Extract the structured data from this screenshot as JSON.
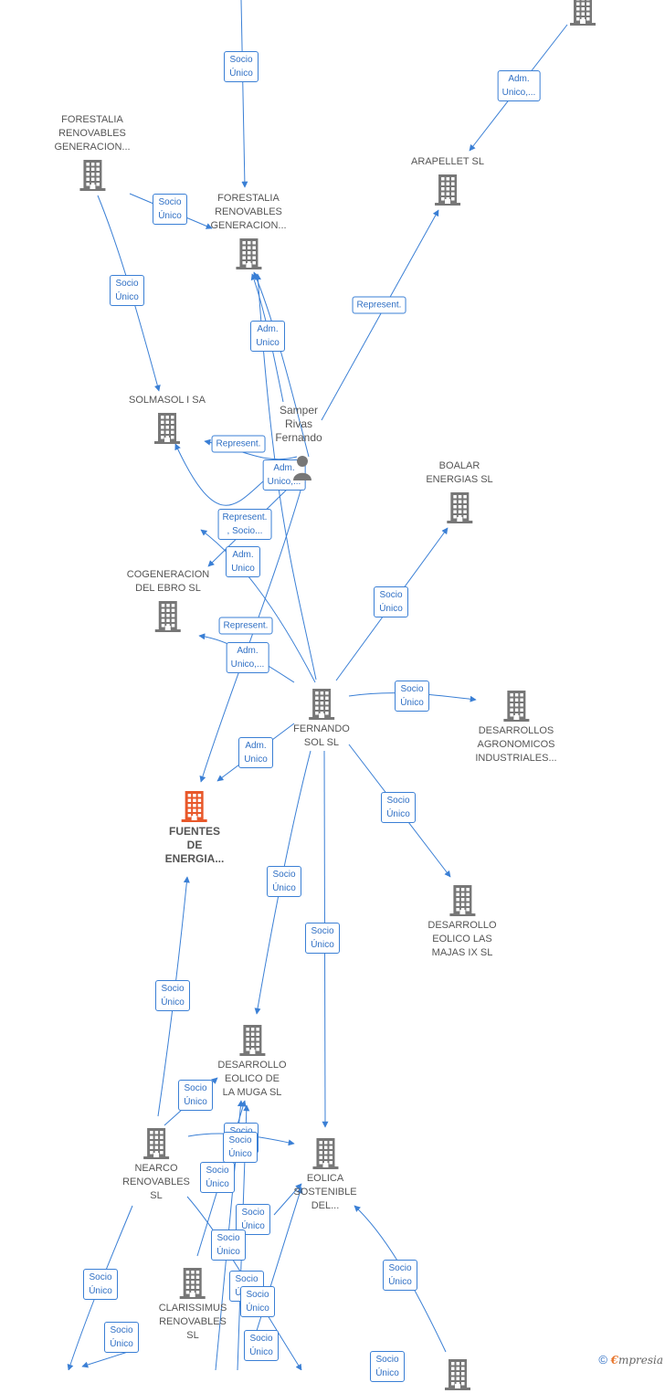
{
  "colors": {
    "edge": "#3a7fd5",
    "node": "#777777",
    "focus": "#e8582a",
    "text": "#555555"
  },
  "nodes": [
    {
      "id": "forestalia1",
      "label": "FORESTALIA\nRENOVABLES\nGENERACION...",
      "icon": "building-icon"
    },
    {
      "id": "forestalia2",
      "label": "FORESTALIA\nRENOVABLES\nGENERACION...",
      "icon": "building-icon"
    },
    {
      "id": "arapellet",
      "label": "ARAPELLET  SL",
      "icon": "building-icon"
    },
    {
      "id": "solmasol",
      "label": "SOLMASOL I SA",
      "icon": "building-icon"
    },
    {
      "id": "boalar",
      "label": "BOALAR\nENERGIAS  SL",
      "icon": "building-icon"
    },
    {
      "id": "cogeneracion",
      "label": "COGENERACION\nDEL EBRO  SL",
      "icon": "building-icon"
    },
    {
      "id": "fernando",
      "label": "FERNANDO\nSOL SL",
      "icon": "building-icon"
    },
    {
      "id": "desagro",
      "label": "DESARROLLOS\nAGRONOMICOS\nINDUSTRIALES...",
      "icon": "building-icon"
    },
    {
      "id": "fuentes",
      "label": "FUENTES\nDE\nENERGIA...",
      "icon": "building-icon",
      "focus": true
    },
    {
      "id": "majas",
      "label": "DESARROLLO\nEOLICO LAS\nMAJAS IX  SL",
      "icon": "building-icon"
    },
    {
      "id": "muga",
      "label": "DESARROLLO\nEOLICO DE\nLA MUGA SL",
      "icon": "building-icon"
    },
    {
      "id": "nearco",
      "label": "NEARCO\nRENOVABLES\nSL",
      "icon": "building-icon"
    },
    {
      "id": "eolica",
      "label": "EOLICA\nSOSTENIBLE\nDEL...",
      "icon": "building-icon"
    },
    {
      "id": "clarissimus",
      "label": "CLARISSIMUS\nRENOVABLES\nSL",
      "icon": "building-icon"
    },
    {
      "id": "top-right",
      "label": "",
      "icon": "building-icon"
    },
    {
      "id": "bottom-right",
      "label": "",
      "icon": "building-icon"
    }
  ],
  "person": {
    "label": "Samper\nRivas\nFernando",
    "icon": "person-icon"
  },
  "relations": [
    "Socio\nÚnico",
    "Adm.\nUnico,...",
    "Socio\nÚnico",
    "Socio\nÚnico",
    "Represent.",
    "Adm.\nUnico",
    "Represent.",
    "Adm.\nUnico,...",
    "Represent.\n, Socio...",
    "Adm.\nUnico",
    "Socio\nÚnico",
    "Represent.",
    "Adm.\nUnico,...",
    "Socio\nÚnico",
    "Adm.\nUnico",
    "Socio\nÚnico",
    "Socio\nÚnico",
    "Socio\nÚnico",
    "Socio\nÚnico",
    "Socio\nÚnico",
    "Socio\nÚnico",
    "Socio\nÚnico",
    "Socio\nÚnico",
    "Socio\nÚnico",
    "Socio\nÚnico",
    "Socio\nÚnico",
    "Socio\nÚnico",
    "Socio\nÚnico",
    "Socio\nÚnico",
    "Socio\nÚnico",
    "Socio\nÚnico",
    "Socio\nÚnico"
  ],
  "footer": {
    "copyright": "©",
    "brand_e": "€",
    "brand_rest": "mpresia"
  }
}
